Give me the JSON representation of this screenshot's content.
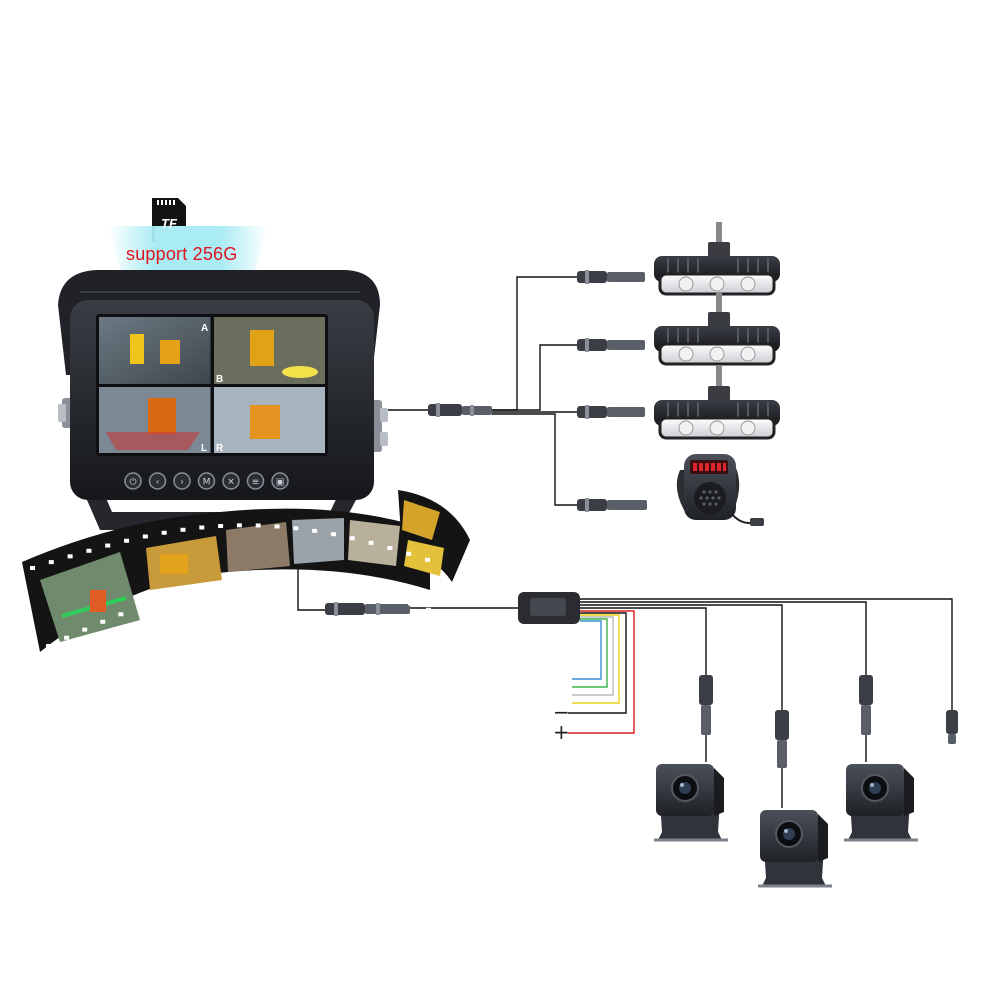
{
  "storage": {
    "card_label": "TF",
    "support_text": "support 256G",
    "icon": "sd-card-icon"
  },
  "monitor": {
    "quad_labels": [
      "A",
      "B",
      "L",
      "R"
    ],
    "buttons": [
      "power-icon",
      "left-arrow-icon",
      "right-arrow-icon",
      "menu-icon",
      "mode-icon",
      "split-icon",
      "display-icon"
    ],
    "button_glyphs": [
      "⏻",
      "‹",
      "›",
      "M",
      "✕",
      "≡",
      "▣"
    ]
  },
  "power": {
    "minus_label": "−",
    "plus_label": "+"
  },
  "wire_colors": {
    "black": "#111111",
    "red": "#d62020",
    "yellow": "#e8d21a",
    "white": "#cccccc",
    "green": "#3cb54a",
    "blue": "#3a8fd8",
    "gray": "#777777"
  },
  "devices": {
    "lights": [
      "work-light-1",
      "work-light-2",
      "work-light-3"
    ],
    "speaker": "alarm-speaker",
    "cameras": [
      "camera-1",
      "camera-2",
      "camera-3"
    ]
  }
}
